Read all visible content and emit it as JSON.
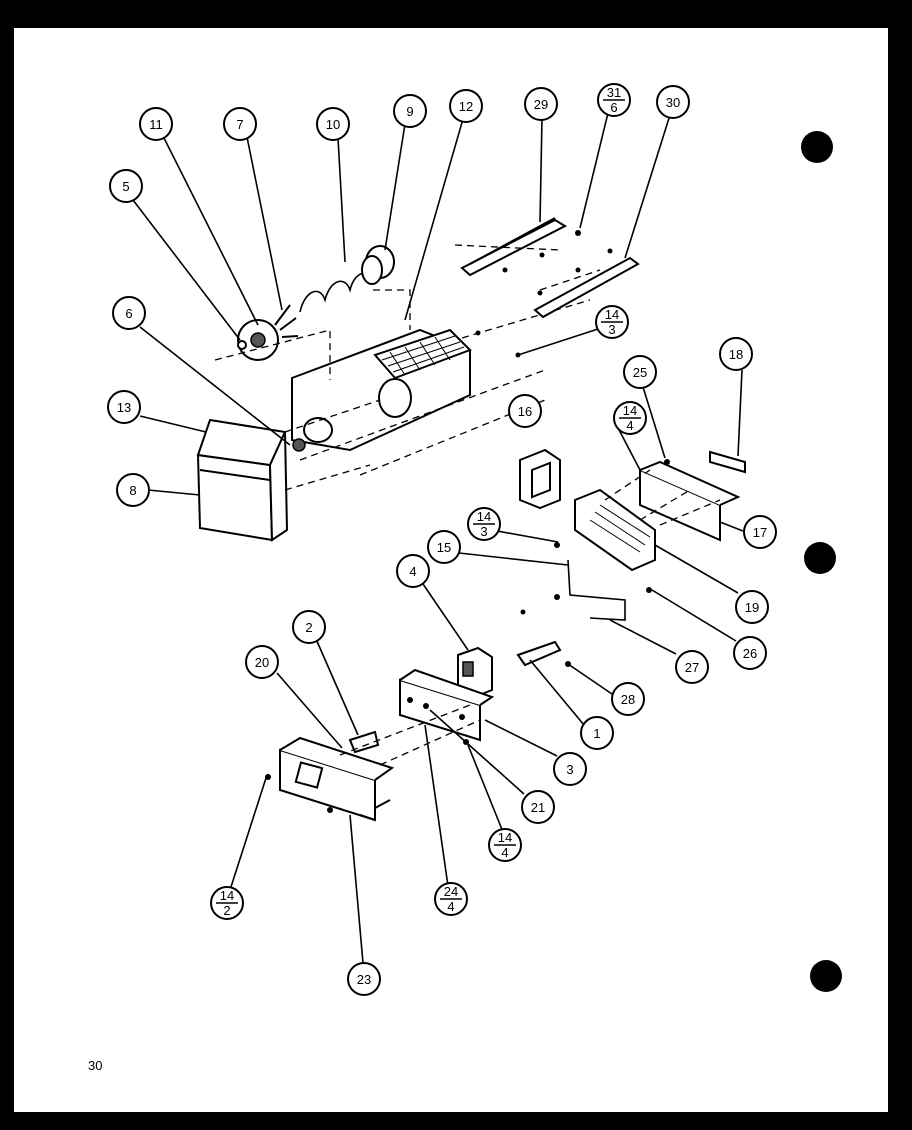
{
  "page": {
    "number": "30"
  },
  "callouts": [
    {
      "id": "c11",
      "label": "11"
    },
    {
      "id": "c7",
      "label": "7"
    },
    {
      "id": "c10",
      "label": "10"
    },
    {
      "id": "c9",
      "label": "9"
    },
    {
      "id": "c12",
      "label": "12"
    },
    {
      "id": "c29",
      "label": "29"
    },
    {
      "id": "c30",
      "label": "30"
    },
    {
      "id": "c5",
      "label": "5"
    },
    {
      "id": "c6",
      "label": "6"
    },
    {
      "id": "c13",
      "label": "13"
    },
    {
      "id": "c8",
      "label": "8"
    },
    {
      "id": "c16",
      "label": "16"
    },
    {
      "id": "c25",
      "label": "25"
    },
    {
      "id": "c18",
      "label": "18"
    },
    {
      "id": "c17",
      "label": "17"
    },
    {
      "id": "c15",
      "label": "15"
    },
    {
      "id": "c19",
      "label": "19"
    },
    {
      "id": "c26",
      "label": "26"
    },
    {
      "id": "c4",
      "label": "4"
    },
    {
      "id": "c27",
      "label": "27"
    },
    {
      "id": "c2",
      "label": "2"
    },
    {
      "id": "c20",
      "label": "20"
    },
    {
      "id": "c28",
      "label": "28"
    },
    {
      "id": "c1",
      "label": "1"
    },
    {
      "id": "c3",
      "label": "3"
    },
    {
      "id": "c21",
      "label": "21"
    },
    {
      "id": "c23",
      "label": "23"
    }
  ],
  "fraction_callouts": [
    {
      "id": "f31_6",
      "top": "31",
      "bottom": "6"
    },
    {
      "id": "f14_3a",
      "top": "14",
      "bottom": "3"
    },
    {
      "id": "f14_4a",
      "top": "14",
      "bottom": "4"
    },
    {
      "id": "f14_3b",
      "top": "14",
      "bottom": "3"
    },
    {
      "id": "f14_4b",
      "top": "14",
      "bottom": "4"
    },
    {
      "id": "f14_2",
      "top": "14",
      "bottom": "2"
    },
    {
      "id": "f24_4",
      "top": "24",
      "bottom": "4"
    }
  ]
}
